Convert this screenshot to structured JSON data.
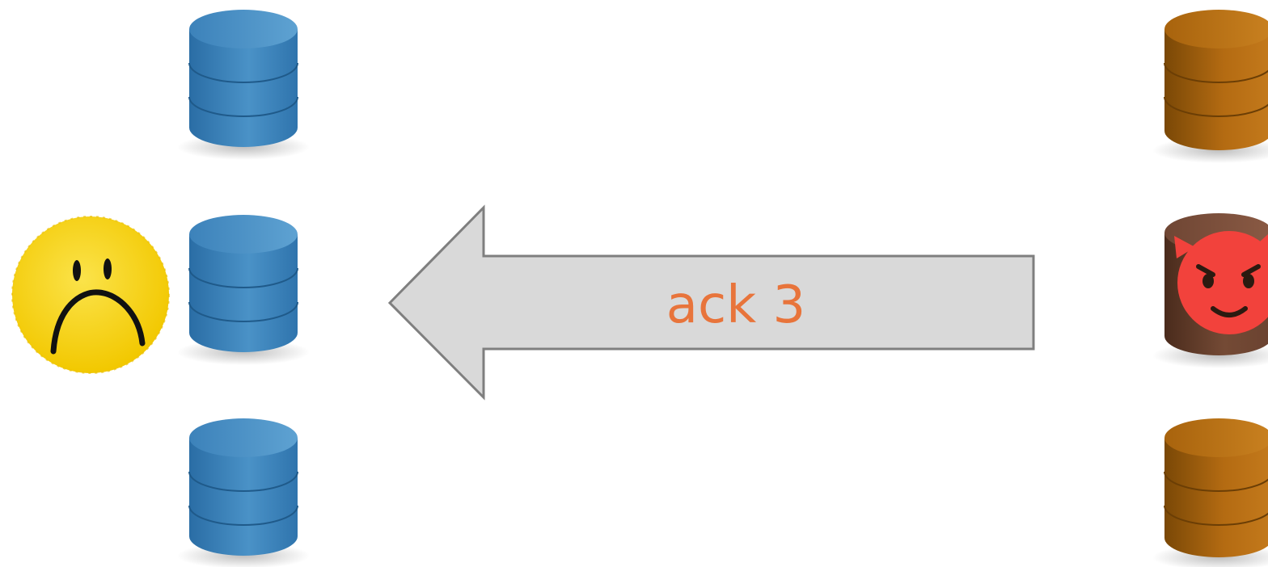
{
  "message": {
    "label": "ack 3",
    "direction": "right-to-left"
  },
  "left_group": {
    "node_color": "blue",
    "node_count": 3,
    "status_emoji": "sad-face"
  },
  "right_group": {
    "node_color": "orange",
    "node_count": 3,
    "compromised_node": "middle",
    "compromised_emoji": "smiling-devil-face"
  },
  "colors": {
    "label_text": "#E8743B",
    "arrow_fill": "#D9D9D9",
    "arrow_stroke": "#7F7F7F",
    "blue_node": "#3F86BD",
    "orange_node": "#B66D14",
    "compromised_node": "#6E4532",
    "devil_face": "#F2423C",
    "sad_face": "#F7D41E"
  }
}
